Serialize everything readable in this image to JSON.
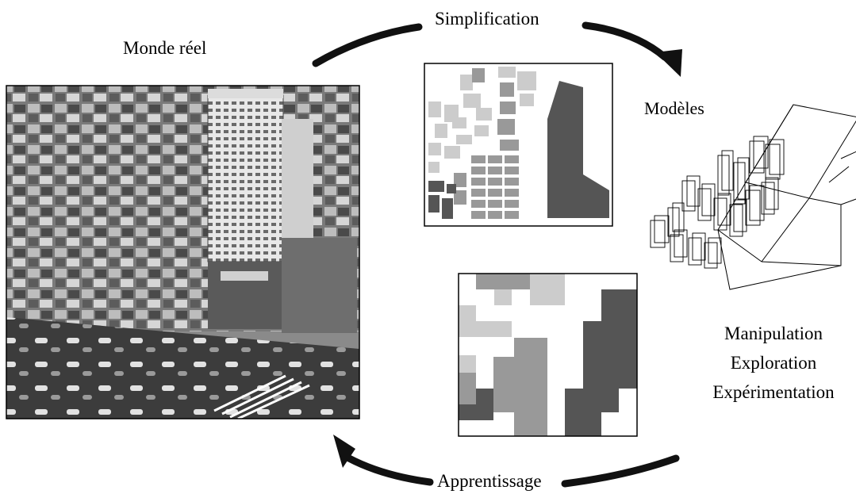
{
  "labels": {
    "real_world": "Monde réel",
    "simplification": "Simplification",
    "models": "Modèles",
    "manipulation": "Manipulation",
    "exploration": "Exploration",
    "experimentation": "Expérimentation",
    "learning": "Apprentissage"
  },
  "colors": {
    "dark_gray": "#555555",
    "mid_gray": "#999999",
    "light_gray": "#cccccc",
    "arrow": "#111111"
  }
}
